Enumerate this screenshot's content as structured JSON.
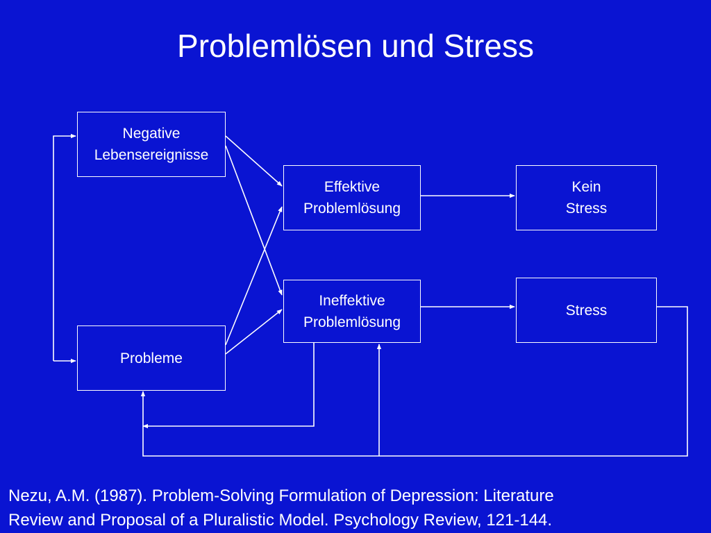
{
  "title": "Problemlösen und Stress",
  "boxes": {
    "negative_life_events": "Negative\nLebensereignisse",
    "problems": "Probleme",
    "effective": "Effektive\nProblemlösung",
    "ineffective": "Ineffektive\nProblemlösung",
    "no_stress": "Kein\nStress",
    "stress": "Stress"
  },
  "citation": {
    "line1": "Nezu, A.M. (1987). Problem-Solving Formulation of Depression: Literature",
    "line2": "Review and Proposal of a Pluralistic Model. Psychology Review,  121-144."
  },
  "colors": {
    "background": "#0a14d2",
    "foreground": "#ffffff"
  }
}
